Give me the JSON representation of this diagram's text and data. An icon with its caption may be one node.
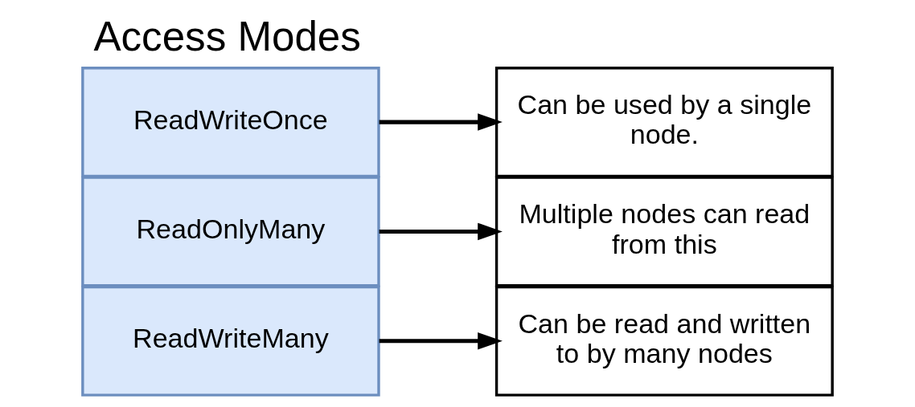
{
  "diagram": {
    "title": "Access Modes",
    "nodes": [
      {
        "text": [
          "ReadWriteOnce"
        ]
      },
      {
        "text": [
          "ReadOnlyMany"
        ]
      },
      {
        "text": [
          "ReadWriteMany"
        ]
      },
      {
        "text": [
          "Can be used by a single node."
        ]
      },
      {
        "text": [
          "Multiple nodes can read from this"
        ]
      },
      {
        "text": [
          "Can be read and written to by many nodes"
        ]
      }
    ],
    "edges": [
      {
        "from": 0,
        "to": 3,
        "arrow": "to"
      },
      {
        "from": 1,
        "to": 4,
        "arrow": "to"
      },
      {
        "from": 2,
        "to": 5,
        "arrow": "to"
      }
    ]
  }
}
